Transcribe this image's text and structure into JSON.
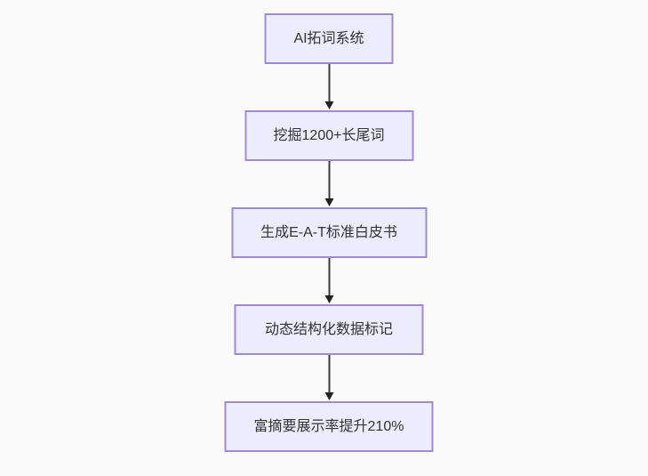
{
  "diagram": {
    "type": "flowchart",
    "direction": "top-down",
    "background_color": "#fafafa",
    "node_fill_color": "#ECECFF",
    "node_border_color": "#9370DB",
    "node_text_color": "#333333",
    "arrow_color": "#333333",
    "nodes": [
      {
        "label": "AI拓词系统"
      },
      {
        "label": "挖掘1200+长尾词"
      },
      {
        "label": "生成E-A-T标准白皮书"
      },
      {
        "label": "动态结构化数据标记"
      },
      {
        "label": "富摘要展示率提升210%"
      }
    ],
    "edges": [
      {
        "from": 0,
        "to": 1
      },
      {
        "from": 1,
        "to": 2
      },
      {
        "from": 2,
        "to": 3
      },
      {
        "from": 3,
        "to": 4
      }
    ]
  }
}
